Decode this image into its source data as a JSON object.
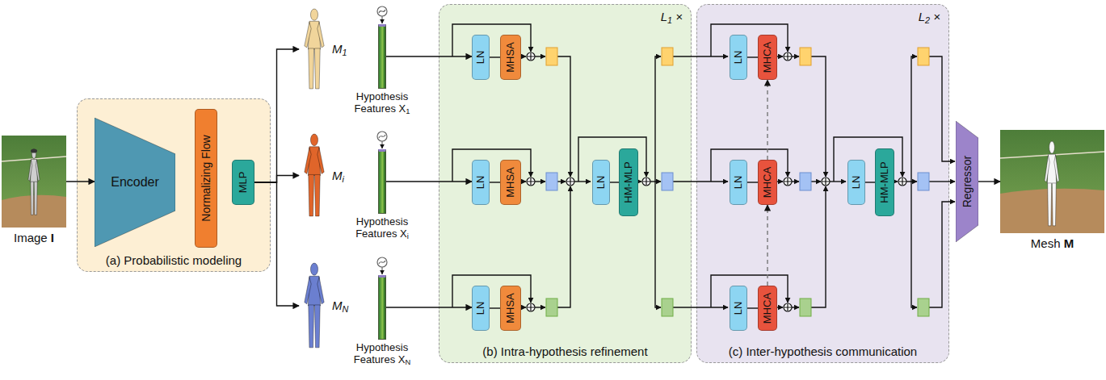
{
  "diagram": {
    "nodes": [
      {
        "text": [
          "Image I"
        ]
      },
      {
        "text": [
          "(a) Probabilistic modeling"
        ]
      },
      {
        "text": [
          "Encoder"
        ],
        "in": 1
      },
      {
        "text": [
          "Normalizing Flow"
        ],
        "in": 1
      },
      {
        "text": [
          "MLP"
        ],
        "in": 1
      },
      {
        "text": [
          "M1"
        ]
      },
      {
        "text": [
          "Mi"
        ]
      },
      {
        "text": [
          "MN"
        ]
      },
      {
        "text": [
          "Hypothesis Features X1"
        ]
      },
      {
        "text": [
          "Hypothesis Features Xi"
        ]
      },
      {
        "text": [
          "Hypothesis Features XN"
        ]
      },
      {
        "text": [
          "L1 ×",
          "(b) Intra-hypothesis refinement"
        ]
      },
      {
        "text": [
          "LN"
        ],
        "in": 11
      },
      {
        "text": [
          "MHSA"
        ],
        "in": 11
      },
      {
        "text": [
          "LN"
        ],
        "in": 11
      },
      {
        "text": [
          "MHSA"
        ],
        "in": 11
      },
      {
        "text": [
          "LN"
        ],
        "in": 11
      },
      {
        "text": [
          "MHSA"
        ],
        "in": 11
      },
      {
        "text": [
          "LN"
        ],
        "in": 11
      },
      {
        "text": [
          "HM-MLP"
        ],
        "in": 11
      },
      {
        "text": [
          "L2 ×",
          "(c) Inter-hypothesis communication"
        ]
      },
      {
        "text": [
          "LN"
        ],
        "in": 20
      },
      {
        "text": [
          "MHCA"
        ],
        "in": 20
      },
      {
        "text": [
          "LN"
        ],
        "in": 20
      },
      {
        "text": [
          "MHCA"
        ],
        "in": 20
      },
      {
        "text": [
          "LN"
        ],
        "in": 20
      },
      {
        "text": [
          "MHCA"
        ],
        "in": 20
      },
      {
        "text": [
          "LN"
        ],
        "in": 20
      },
      {
        "text": [
          "HM-MLP"
        ],
        "in": 20
      },
      {
        "text": [
          "Regressor"
        ]
      },
      {
        "text": [
          "Mesh M"
        ]
      }
    ],
    "edges": [
      {
        "from": 0,
        "to": 2,
        "arrow": "to"
      },
      {
        "from": 4,
        "to": 5,
        "arrow": "to"
      },
      {
        "from": 4,
        "to": 6,
        "arrow": "to"
      },
      {
        "from": 4,
        "to": 7,
        "arrow": "to"
      },
      {
        "from": 8,
        "to": 12,
        "arrow": "to"
      },
      {
        "from": 9,
        "to": 14,
        "arrow": "to"
      },
      {
        "from": 10,
        "to": 16,
        "arrow": "to"
      },
      {
        "from": 12,
        "to": 13,
        "arrow": "none"
      },
      {
        "from": 14,
        "to": 15,
        "arrow": "none"
      },
      {
        "from": 16,
        "to": 17,
        "arrow": "none"
      },
      {
        "from": 18,
        "to": 19,
        "arrow": "none"
      },
      {
        "from": 21,
        "to": 22,
        "arrow": "none"
      },
      {
        "from": 23,
        "to": 24,
        "arrow": "none"
      },
      {
        "from": 25,
        "to": 26,
        "arrow": "none"
      },
      {
        "from": 27,
        "to": 28,
        "arrow": "none"
      },
      {
        "from": 24,
        "to": 22,
        "arrow": "to"
      },
      {
        "from": 26,
        "to": 24,
        "arrow": "to"
      },
      {
        "from": 29,
        "to": 30,
        "arrow": "to"
      }
    ]
  }
}
